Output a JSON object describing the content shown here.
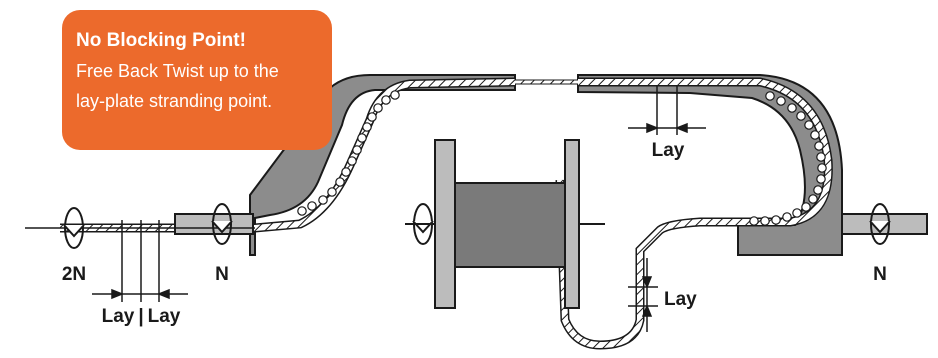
{
  "callout": {
    "heading": "No Blocking Point!",
    "line1": "Free Back Twist up to the",
    "line2": "lay-plate stranding point."
  },
  "labels": {
    "lay_top": "Lay",
    "lay_right": "Lay",
    "lay_bottom_left": "Lay",
    "lay_bottom_sep": "|",
    "lay_bottom_right": "Lay",
    "n_left": "N",
    "n_right": "N",
    "two_n": "2N"
  },
  "colors": {
    "callout": "#ec6a2c",
    "body": "#8c8c8c",
    "spool_core": "#7a7a7a",
    "line": "#1a1a1a"
  }
}
